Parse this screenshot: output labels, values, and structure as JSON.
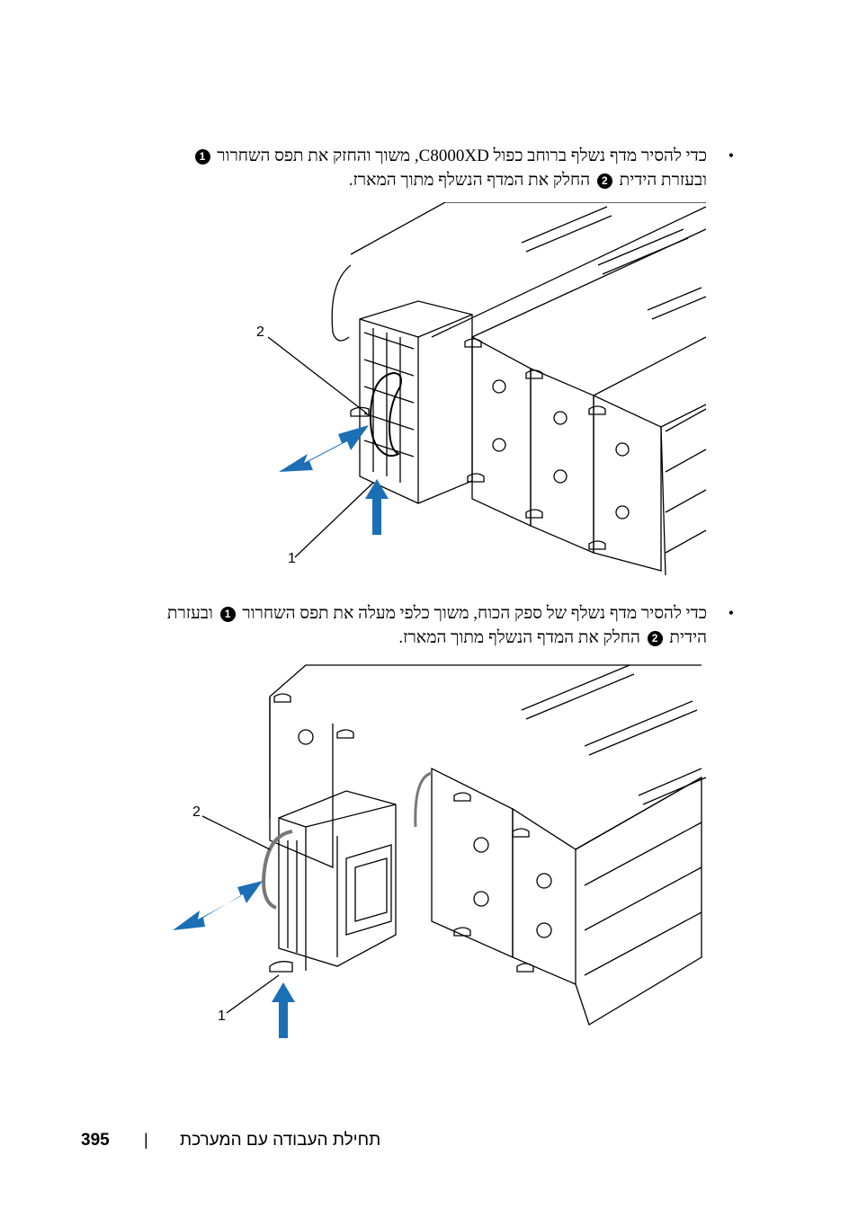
{
  "instructions": [
    {
      "line1_a": "כדי להסיר מדף נשלף ברוחב כפול C8000XD, משוך והחזק את תפס השחרור",
      "num_a": "1",
      "line2_a": "ובעזרת הידית",
      "num_b": "2",
      "line2_b": "החלק את המדף הנשלף מתוך המארז."
    },
    {
      "line1_a": "כדי להסיר מדף נשלף של ספק הכוח, משוך כלפי מעלה את תפס השחרור",
      "num_a": "1",
      "line1_b": "ובעזרת",
      "line2_a": "הידית",
      "num_b": "2",
      "line2_b": "החלק את המדף הנשלף מתוך המארז."
    }
  ],
  "figures": [
    {
      "callouts": [
        "2",
        "1"
      ]
    },
    {
      "callouts": [
        "2",
        "1"
      ]
    }
  ],
  "footer": {
    "page_number": "395",
    "separator": "|",
    "title": "תחילת העבודה עם המערכת"
  },
  "colors": {
    "arrow": "#1a6fb5",
    "line": "#000000"
  }
}
